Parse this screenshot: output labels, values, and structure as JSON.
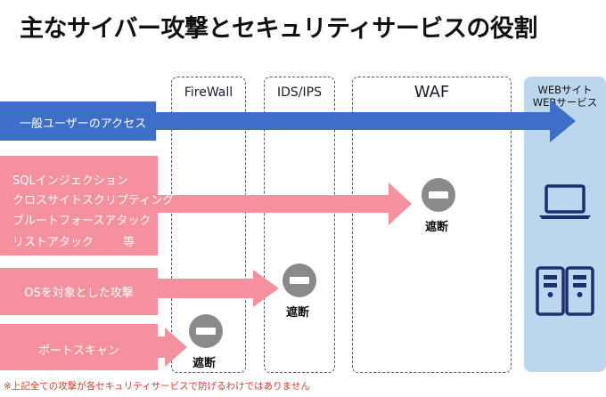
{
  "title": "主なサイバー攻撃とセキュリティサービスの役割",
  "zones": {
    "firewall": "FireWall",
    "ids_ips": "IDS/IPS",
    "waf": "WAF"
  },
  "server": {
    "line1": "WEBサイト",
    "line2": "WEBサービス"
  },
  "traffic": {
    "general_user": "一般ユーザーのアクセス",
    "web_attacks": [
      "SQLインジェクション",
      "クロスサイトスクリプティング",
      "ブルートフォースアタック",
      "リストアタック"
    ],
    "web_attacks_suffix": "等",
    "os_attack": "OSを対象とした攻撃",
    "port_scan": "ポートスキャン"
  },
  "block_label": "遮断",
  "footnote": "※上記全ての攻撃が各セキュリティサービスで防げるわけではありません",
  "colors": {
    "user_arrow": "#3e6fc8",
    "attack_arrow": "#f5909e",
    "block_icon": "#8a8a8a",
    "server_panel": "#bcd6ee",
    "server_icon": "#1d2f6d",
    "footnote": "#d63b2e"
  },
  "icons": [
    "laptop-icon",
    "server-rack-icon",
    "block-icon"
  ]
}
